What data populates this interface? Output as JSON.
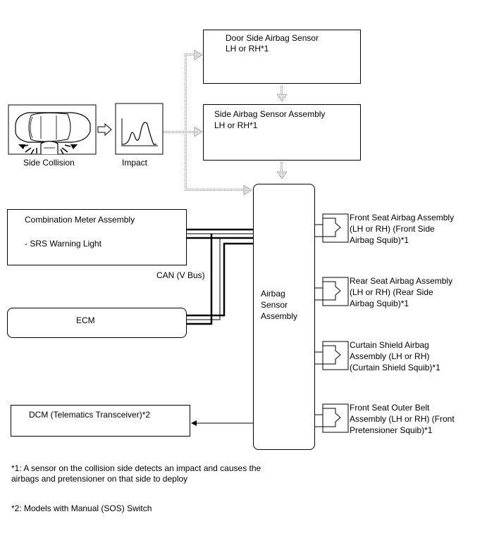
{
  "boxes": {
    "door_sensor": {
      "line1": "Door Side Airbag Sensor",
      "line2": "LH or RH*1"
    },
    "side_sensor": {
      "line1": "Side Airbag Sensor Assembly",
      "line2": "LH or RH*1"
    },
    "combination_meter": {
      "line1": "Combination Meter Assembly",
      "line2": "- SRS Warning Light"
    },
    "ecm": {
      "label": "ECM"
    },
    "dcm": {
      "label": "DCM (Telematics Transceiver)*2"
    },
    "airbag_sensor": {
      "line1": "Airbag",
      "line2": "Sensor",
      "line3": "Assembly"
    }
  },
  "labels": {
    "side_collision": "Side Collision",
    "impact": "Impact",
    "can_bus": "CAN (V Bus)"
  },
  "squibs": [
    {
      "line1": "Front Seat Airbag Assembly",
      "line2": "(LH or RH) (Front Side",
      "line3": "Airbag Squib)*1"
    },
    {
      "line1": "Rear Seat Airbag Assembly",
      "line2": "(LH or RH) (Rear Side",
      "line3": "Airbag Squib)*1"
    },
    {
      "line1": "Curtain Shield Airbag",
      "line2": "Assembly (LH or RH)",
      "line3": "(Curtain Shield Squib)*1"
    },
    {
      "line1": "Front Seat Outer Belt",
      "line2": "Assembly (LH or RH) (Front",
      "line3": "Pretensioner Squib)*1"
    }
  ],
  "notes": {
    "note1_line1": "*1: A sensor on the collision side detects an impact and causes the",
    "note1_line2": "airbags and pretensioner on that side to deploy",
    "note2": "*2: Models with Manual (SOS) Switch"
  },
  "icons": {
    "car": "car-top-view-icon",
    "impact_graph": "impact-waveform-icon",
    "squib": "squib-connector-icon"
  }
}
